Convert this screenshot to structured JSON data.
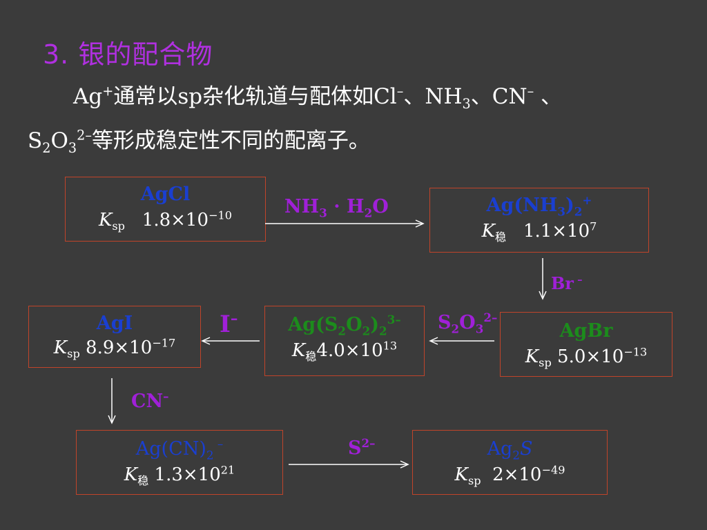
{
  "title": "3. 银的配合物",
  "paragraph": {
    "ag": "Ag",
    "ag_charge": "+",
    "text1": "通常以sp杂化轨道与配体如Cl",
    "cl_charge": "–",
    "sep1": "、NH",
    "nh3_sub": "3",
    "sep2": "、CN",
    "cn_charge": "–",
    "sep3": " 、",
    "s": "S",
    "s_sub": "2",
    "o": "O",
    "o_sub": "3",
    "s2o3_charge": "2–",
    "text2": "等形成稳定性不同的配离子。"
  },
  "labels": {
    "K": "K",
    "sp": "sp",
    "wen": "稳"
  },
  "boxes": {
    "agcl": {
      "name": "AgCl",
      "value": "1.8×10",
      "exp": "−10"
    },
    "agnh3": {
      "name_a": "Ag(NH",
      "sub1": "3",
      "name_b": ")",
      "sub2": "2",
      "charge": "+",
      "value": "1.1×10",
      "exp": "7"
    },
    "agbr": {
      "name": "AgBr",
      "value": "5.0×10",
      "exp": "−13"
    },
    "ags2o3": {
      "name_a": "Ag(S",
      "sub1": "2",
      "name_b": "O",
      "sub2": "2",
      "name_c": ")",
      "sub3": "2",
      "charge": "3–",
      "value": "4.0×10",
      "exp": "13"
    },
    "agi": {
      "name": "AgI",
      "value": "8.9×10",
      "exp": "−17"
    },
    "agcn": {
      "name_a": "Ag(CN)",
      "sub1": "2",
      "charge": " –",
      "value": "1.3×10",
      "exp": "21"
    },
    "ag2s": {
      "name_a": "Ag",
      "sub1": "2",
      "name_b": "S",
      "value": "2×10",
      "exp": "−49"
    }
  },
  "reagents": {
    "nh3_h2o": {
      "a": "NH",
      "sub1": "3",
      "b": " · H",
      "sub2": "2",
      "c": "O"
    },
    "br": {
      "a": "Br",
      "charge": " –"
    },
    "s2o3": {
      "a": "S",
      "sub1": "2",
      "b": "O",
      "sub2": "3",
      "charge": "2–"
    },
    "i": {
      "a": "I",
      "charge": "–"
    },
    "cn": {
      "a": "CN",
      "charge": "–"
    },
    "s2": {
      "a": "S",
      "charge": "2–"
    }
  },
  "colors": {
    "background": "#3b3b3b",
    "title": "#b030e0",
    "box_border": "#c1442a",
    "blue_species": "#1a3fd0",
    "green_species": "#1c8c1c",
    "reagent": "#a020d8"
  }
}
